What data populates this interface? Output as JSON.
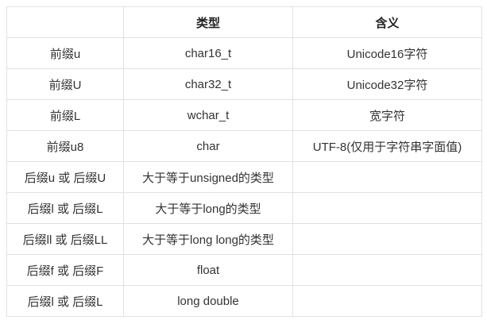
{
  "table": {
    "headers": [
      "",
      "类型",
      "含义"
    ],
    "rows": [
      [
        "前缀u",
        "char16_t",
        "Unicode16字符"
      ],
      [
        "前缀U",
        "char32_t",
        "Unicode32字符"
      ],
      [
        "前缀L",
        "wchar_t",
        "宽字符"
      ],
      [
        "前缀u8",
        "char",
        "UTF-8(仅用于字符串字面值)"
      ],
      [
        "后缀u 或 后缀U",
        "大于等于unsigned的类型",
        ""
      ],
      [
        "后缀l 或 后缀L",
        "大于等于long的类型",
        ""
      ],
      [
        "后缀ll 或 后缀LL",
        "大于等于long long的类型",
        ""
      ],
      [
        "后缀f 或 后缀F",
        "float",
        ""
      ],
      [
        "后缀l 或 后缀L",
        "long double",
        ""
      ]
    ]
  }
}
